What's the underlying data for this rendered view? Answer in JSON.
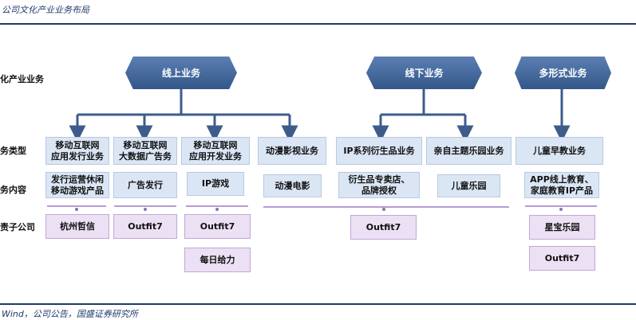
{
  "header": {
    "caption": "公司文化产业业务布局"
  },
  "row_labels": {
    "row1": "化产业业务",
    "row2": "务类型",
    "row3": "务内容",
    "row4": "责子公司"
  },
  "segments": [
    {
      "label": "线上业务"
    },
    {
      "label": "线下业务"
    },
    {
      "label": "多形式业务"
    }
  ],
  "business_types": [
    "移动互联网\n应用发行业务",
    "移动互联网\n大数据广告务",
    "移动互联网\n应用开发业务",
    "动漫影视业务",
    "IP系列衍生品业务",
    "亲自主题乐园业务",
    "儿童早教业务"
  ],
  "business_contents": [
    "发行运营休闲\n移动游戏产品",
    "广告发行",
    "IP游戏",
    "动漫电影",
    "衍生品专卖店、\n品牌授权",
    "儿童乐园",
    "APP线上教育、\n家庭教育IP产品"
  ],
  "subsidiaries": [
    "杭州哲信",
    "Outfit7",
    "Outfit7",
    "每日给力",
    "Outfit7",
    "星宝乐园",
    "Outfit7"
  ],
  "footer": {
    "source": "Wind，公司公告，国盛证券研究所"
  },
  "colors": {
    "accent": "#1f3a6e",
    "segment": "#3f64a0",
    "connector": "#3d5c8c",
    "type_box": "#dbe6f5",
    "company_box": "#ece0f4"
  }
}
